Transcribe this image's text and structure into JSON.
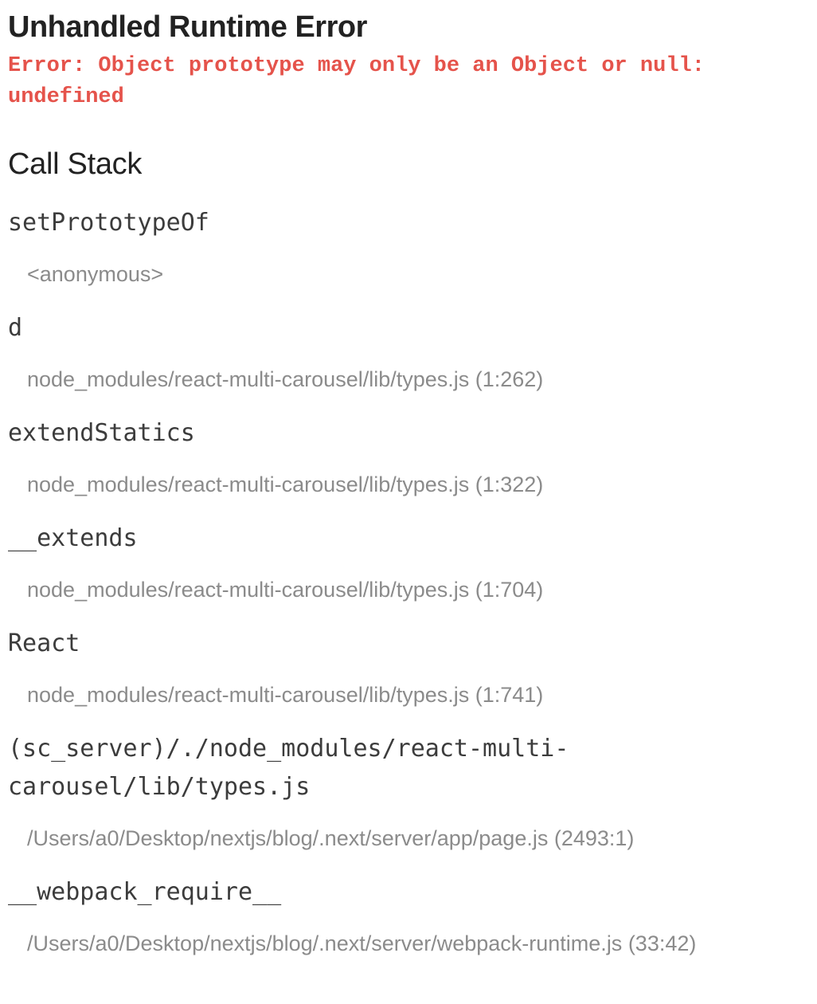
{
  "error": {
    "title": "Unhandled Runtime Error",
    "message": "Error: Object prototype may only be an Object or null: undefined"
  },
  "call_stack": {
    "heading": "Call Stack",
    "frames": [
      {
        "fn": "setPrototypeOf",
        "location": "<anonymous>"
      },
      {
        "fn": "d",
        "location": "node_modules/react-multi-carousel/lib/types.js (1:262)"
      },
      {
        "fn": "extendStatics",
        "location": "node_modules/react-multi-carousel/lib/types.js (1:322)"
      },
      {
        "fn": "__extends",
        "location": "node_modules/react-multi-carousel/lib/types.js (1:704)"
      },
      {
        "fn": "React",
        "location": "node_modules/react-multi-carousel/lib/types.js (1:741)"
      },
      {
        "fn": "(sc_server)/./node_modules/react-multi-carousel/lib/types.js",
        "location": "/Users/a0/Desktop/nextjs/blog/.next/server/app/page.js (2493:1)"
      },
      {
        "fn": "__webpack_require__",
        "location": "/Users/a0/Desktop/nextjs/blog/.next/server/webpack-runtime.js (33:42)"
      }
    ]
  },
  "colors": {
    "error_text": "#e5534b",
    "heading_text": "#222222",
    "frame_fn_text": "#3c3c3c",
    "frame_location_text": "#8b8b8b",
    "background": "#ffffff"
  }
}
